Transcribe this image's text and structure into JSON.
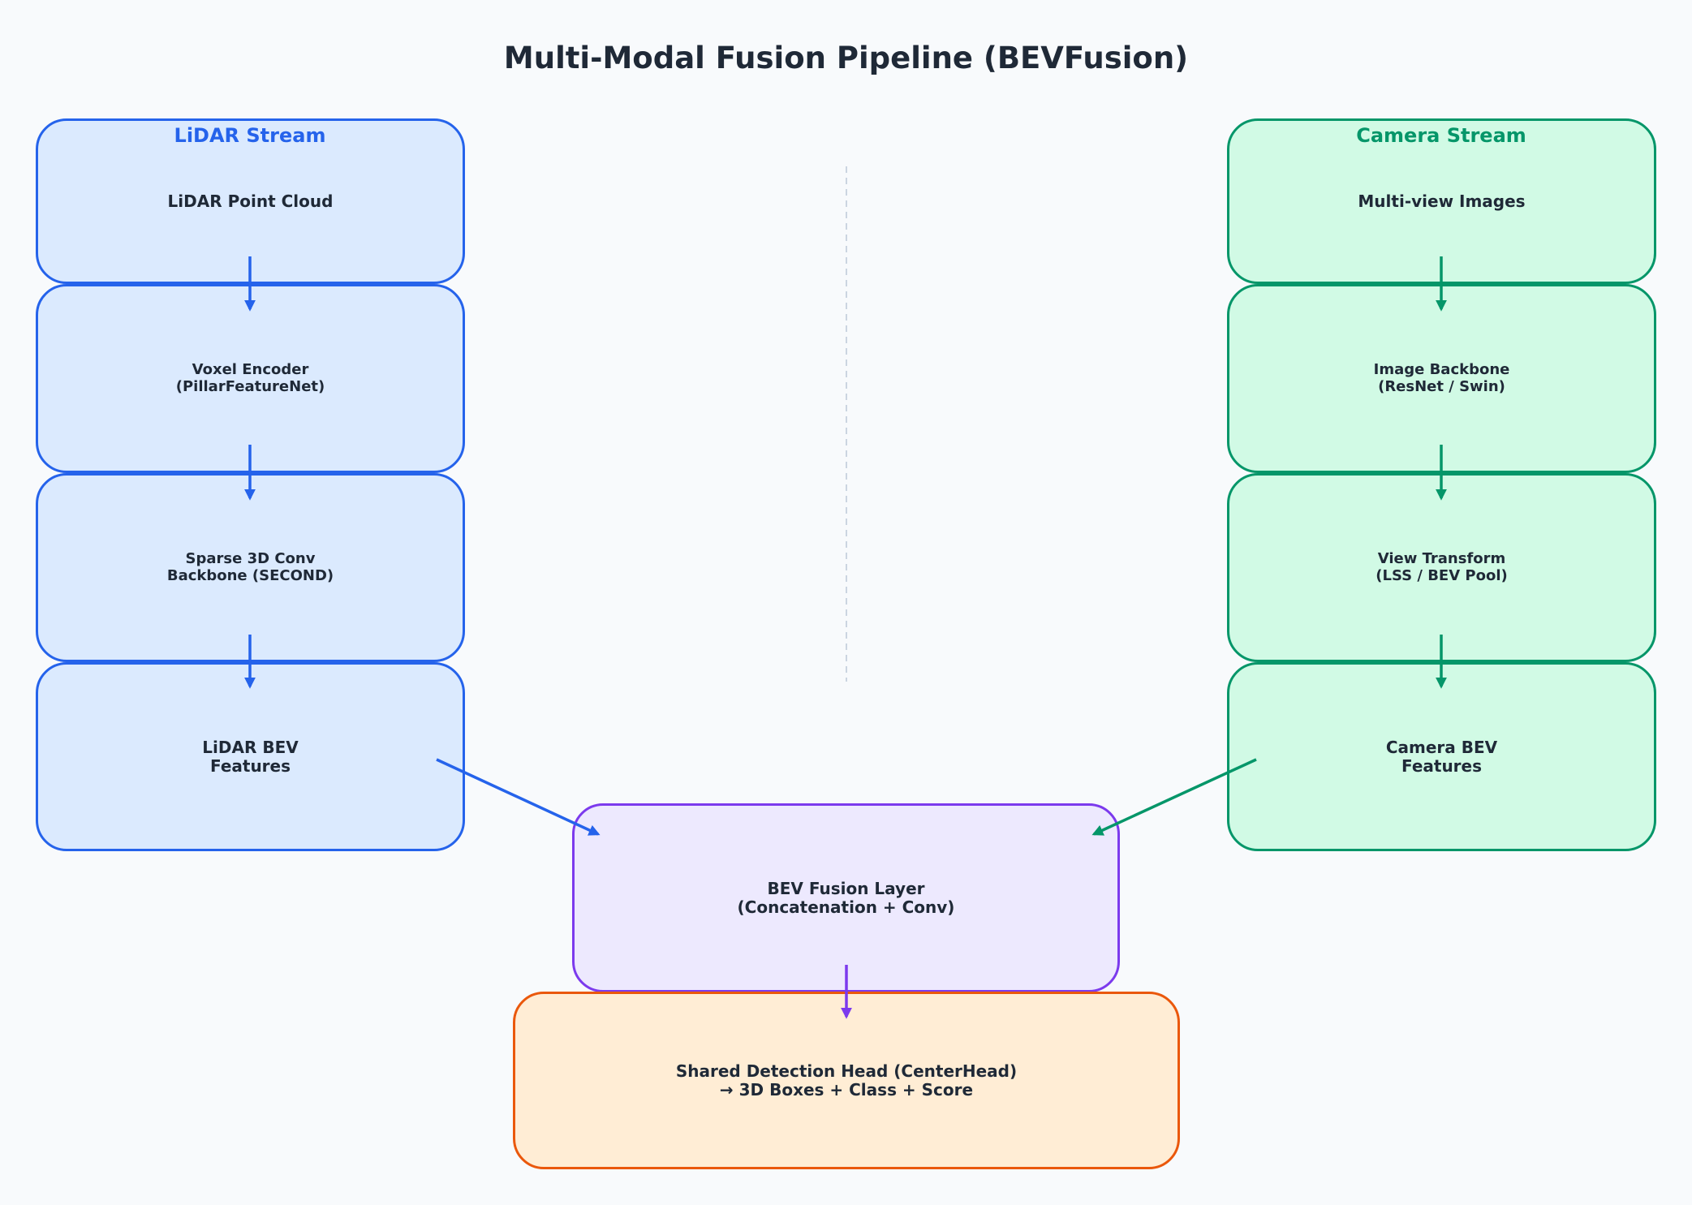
{
  "title": "Multi-Modal Fusion Pipeline (BEVFusion)",
  "colors": {
    "background": "#f8fafc",
    "lidar_fill": "#dbeafe",
    "lidar_stroke": "#2563eb",
    "camera_fill": "#d1fae5",
    "camera_stroke": "#059669",
    "fusion_fill": "#ede9fe",
    "fusion_stroke": "#7c3aed",
    "head_fill": "#ffedd5",
    "head_stroke": "#ea580c",
    "text": "#1f2937",
    "divider": "#cbd5e1"
  },
  "lidar": {
    "label": "LiDAR Stream",
    "nodes": [
      "LiDAR Point Cloud",
      "Voxel Encoder\n(PillarFeatureNet)",
      "Sparse 3D Conv\nBackbone (SECOND)",
      "LiDAR BEV\nFeatures"
    ]
  },
  "camera": {
    "label": "Camera Stream",
    "nodes": [
      "Multi-view Images",
      "Image Backbone\n(ResNet / Swin)",
      "View Transform\n(LSS / BEV Pool)",
      "Camera BEV\nFeatures"
    ]
  },
  "fusion": {
    "label": "BEV Fusion Layer\n(Concatenation + Conv)"
  },
  "head": {
    "label": "Shared Detection Head (CenterHead)\n→ 3D Boxes + Class + Score"
  },
  "edges": [
    {
      "from": "LiDAR Point Cloud",
      "to": "Voxel Encoder"
    },
    {
      "from": "Voxel Encoder",
      "to": "Sparse 3D Conv Backbone"
    },
    {
      "from": "Sparse 3D Conv Backbone",
      "to": "LiDAR BEV Features"
    },
    {
      "from": "Multi-view Images",
      "to": "Image Backbone"
    },
    {
      "from": "Image Backbone",
      "to": "View Transform"
    },
    {
      "from": "View Transform",
      "to": "Camera BEV Features"
    },
    {
      "from": "LiDAR BEV Features",
      "to": "BEV Fusion Layer"
    },
    {
      "from": "Camera BEV Features",
      "to": "BEV Fusion Layer"
    },
    {
      "from": "BEV Fusion Layer",
      "to": "Shared Detection Head"
    }
  ]
}
